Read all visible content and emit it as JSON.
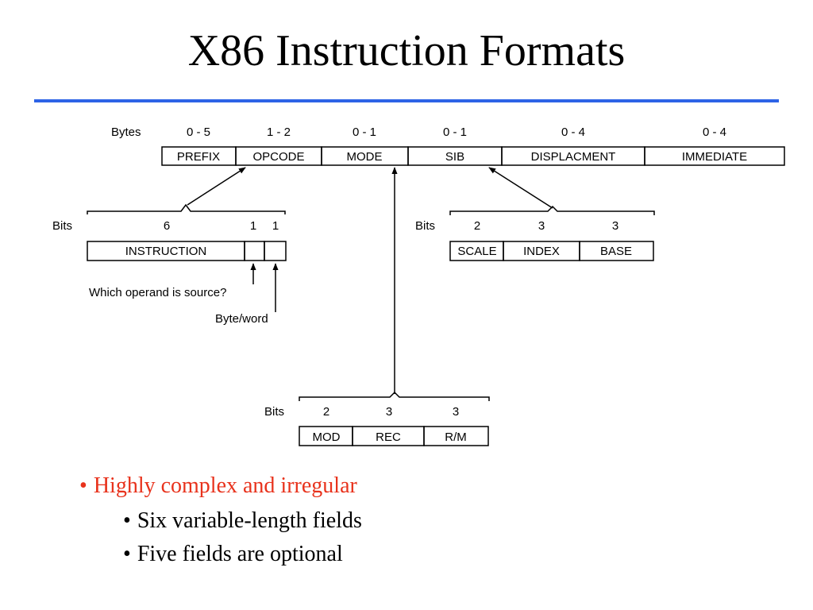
{
  "title": "X86 Instruction Formats",
  "colors": {
    "rule": "#2d63e6",
    "highlight": "#e8321c",
    "text": "#000000"
  },
  "main_format": {
    "label": "Bytes",
    "fields": [
      {
        "name": "PREFIX",
        "size": "0 - 5"
      },
      {
        "name": "OPCODE",
        "size": "1 - 2"
      },
      {
        "name": "MODE",
        "size": "0 - 1"
      },
      {
        "name": "SIB",
        "size": "0 - 1"
      },
      {
        "name": "DISPLACMENT",
        "size": "0 - 4"
      },
      {
        "name": "IMMEDIATE",
        "size": "0 - 4"
      }
    ]
  },
  "opcode_detail": {
    "label": "Bits",
    "fields": [
      {
        "name": "INSTRUCTION",
        "size": "6"
      },
      {
        "name": "",
        "size": "1"
      },
      {
        "name": "",
        "size": "1"
      }
    ],
    "annotations": [
      "Which operand is source?",
      "Byte/word"
    ]
  },
  "sib_detail": {
    "label": "Bits",
    "fields": [
      {
        "name": "SCALE",
        "size": "2"
      },
      {
        "name": "INDEX",
        "size": "3"
      },
      {
        "name": "BASE",
        "size": "3"
      }
    ]
  },
  "mode_detail": {
    "label": "Bits",
    "fields": [
      {
        "name": "MOD",
        "size": "2"
      },
      {
        "name": "REC",
        "size": "3"
      },
      {
        "name": "R/M",
        "size": "3"
      }
    ]
  },
  "bullets": {
    "main": "Highly complex and irregular",
    "sub": [
      "Six variable-length fields",
      "Five fields are optional"
    ],
    "marker": "•"
  }
}
